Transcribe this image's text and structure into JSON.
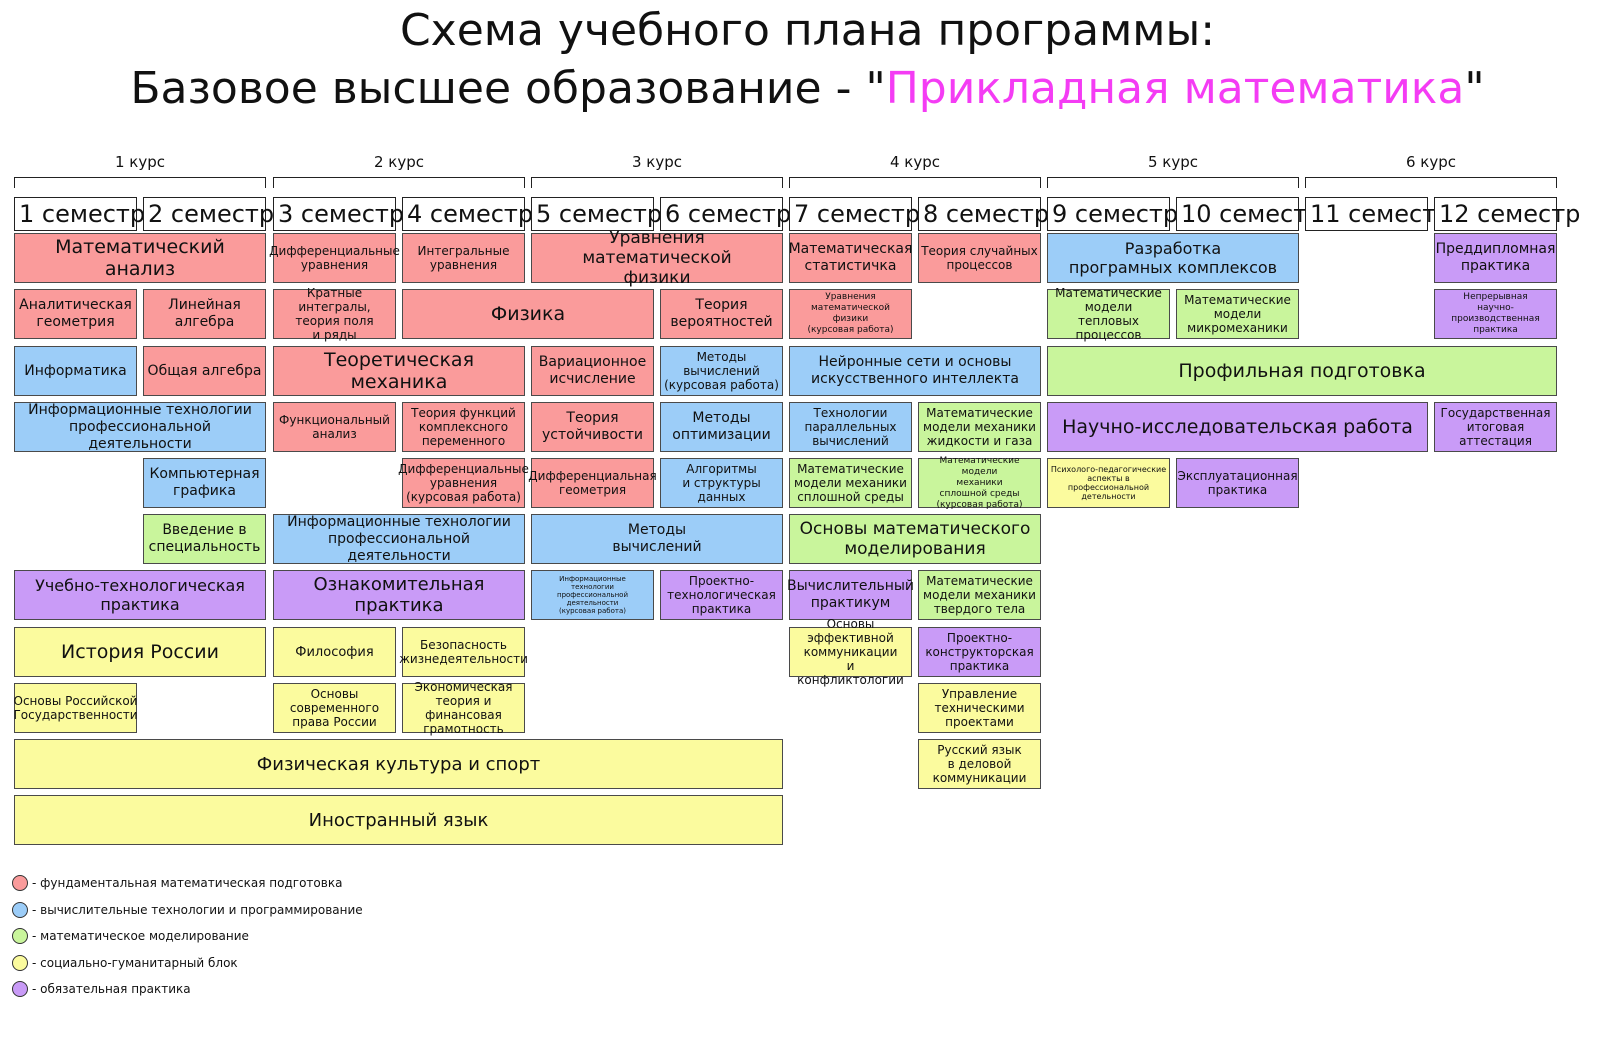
{
  "title": {
    "line1": "Схема учебного плана программы:",
    "line2_prefix": "Базовое высшее образование - \"",
    "line2_accent": "Прикладная математика",
    "line2_suffix": "\""
  },
  "colors": {
    "red": "#fa9b9b",
    "blue": "#9ccdf8",
    "green": "#c9f59c",
    "yellow": "#fbfb9e",
    "purple": "#c99bf7",
    "accent": "#f43cf4"
  },
  "years": [
    "1 курс",
    "2 курс",
    "3 курс",
    "4 курс",
    "5 курс",
    "6 курс"
  ],
  "semesters": [
    "1 семестр",
    "2 семестр",
    "3 семестр",
    "4 семестр",
    "5 семестр",
    "6 семестр",
    "7 семестр",
    "8 семестр",
    "9 семестр",
    "10 семестр",
    "11 семестр",
    "12 семестр"
  ],
  "courses": [
    {
      "text": "Математический анализ",
      "color": "red"
    },
    {
      "text": "Дифференциальные\nуравнения",
      "color": "red"
    },
    {
      "text": "Интегральные\nуравнения",
      "color": "red"
    },
    {
      "text": "Уравнения математической\nфизики",
      "color": "red"
    },
    {
      "text": "Математическая\nстатистичка",
      "color": "red"
    },
    {
      "text": "Теория случайных\nпроцессов",
      "color": "red"
    },
    {
      "text": "Разработка\nпрограмных комплексов",
      "color": "blue"
    },
    {
      "text": "Преддипломная\nпрактика",
      "color": "purple"
    },
    {
      "text": "Аналитическая\nгеометрия",
      "color": "red"
    },
    {
      "text": "Линейная\nалгебра",
      "color": "red"
    },
    {
      "text": "Кратные интегралы,\nтеория поля\nи ряды",
      "color": "red"
    },
    {
      "text": "Физика",
      "color": "red"
    },
    {
      "text": "Теория\nвероятностей",
      "color": "red"
    },
    {
      "text": "Уравнения\nматематической физики\n(курсовая работа)",
      "color": "red"
    },
    {
      "text": "Математические\nмодели\nтепловых процессов",
      "color": "green"
    },
    {
      "text": "Математические\nмодели\nмикромеханики",
      "color": "green"
    },
    {
      "text": "Непрерывная\nнаучно-производственная\nпрактика",
      "color": "purple"
    },
    {
      "text": "Информатика",
      "color": "blue"
    },
    {
      "text": "Общая алгебра",
      "color": "red"
    },
    {
      "text": "Теоретическая механика",
      "color": "red"
    },
    {
      "text": "Вариационное\nисчисление",
      "color": "red"
    },
    {
      "text": "Методы\nвычислений\n(курсовая работа)",
      "color": "blue"
    },
    {
      "text": "Нейронные сети и основы\nискусственного интеллекта",
      "color": "blue"
    },
    {
      "text": "Профильная подготовка",
      "color": "green"
    },
    {
      "text": "Информационные технологии\nпрофессиональной деятельности",
      "color": "blue"
    },
    {
      "text": "Функциональный\nанализ",
      "color": "red"
    },
    {
      "text": "Теория функций\nкомплексного\nпеременного",
      "color": "red"
    },
    {
      "text": "Теория\nустойчивости",
      "color": "red"
    },
    {
      "text": "Методы\nоптимизации",
      "color": "blue"
    },
    {
      "text": "Технологии\nпараллельных\nвычислений",
      "color": "blue"
    },
    {
      "text": "Математические\nмодели механики\nжидкости и газа",
      "color": "green"
    },
    {
      "text": "Научно-исследовательская работа",
      "color": "purple"
    },
    {
      "text": "Государственная\nитоговая\nаттестация",
      "color": "purple"
    },
    {
      "text": "Компьютерная\nграфика",
      "color": "blue"
    },
    {
      "text": "Дифференциальные\nуравнения\n(курсовая работа)",
      "color": "red"
    },
    {
      "text": "Дифференциальная\nгеометрия",
      "color": "red"
    },
    {
      "text": "Алгоритмы\nи структуры\nданных",
      "color": "blue"
    },
    {
      "text": "Математические\nмодели механики\nсплошной среды",
      "color": "green"
    },
    {
      "text": "Математические модели\nмеханики\nсплошной среды\n(курсовая работа)",
      "color": "green"
    },
    {
      "text": "Психолого-педагогические\nаспекты в\nпрофессиональной\nдетельности",
      "color": "yellow"
    },
    {
      "text": "Эксплуатационная\nпрактика",
      "color": "purple"
    },
    {
      "text": "Введение в\nспециальность",
      "color": "green"
    },
    {
      "text": "Информационные технологии\nпрофессиональной деятельности",
      "color": "blue"
    },
    {
      "text": "Методы\nвычислений",
      "color": "blue"
    },
    {
      "text": "Основы математического\nмоделирования",
      "color": "green"
    },
    {
      "text": "Учебно-технологическая\nпрактика",
      "color": "purple"
    },
    {
      "text": "Ознакомительная практика",
      "color": "purple"
    },
    {
      "text": "Информационные\nтехнологии\nпрофессиональной\nдеятельности\n(курсовая работа)",
      "color": "blue"
    },
    {
      "text": "Проектно-\nтехнологическая\nпрактика",
      "color": "purple"
    },
    {
      "text": "Вычислительный\nпрактикум",
      "color": "purple"
    },
    {
      "text": "Математические\nмодели механики\nтвердого тела",
      "color": "green"
    },
    {
      "text": "История России",
      "color": "yellow"
    },
    {
      "text": "Философия",
      "color": "yellow"
    },
    {
      "text": "Безопасность\nжизнедеятельности",
      "color": "yellow"
    },
    {
      "text": "Основы эффективной\nкоммуникации\nи конфликтологии",
      "color": "yellow"
    },
    {
      "text": "Проектно-\nконструкторская\nпрактика",
      "color": "purple"
    },
    {
      "text": "Основы Российской\nГосударственности",
      "color": "yellow"
    },
    {
      "text": "Основы\nсовременного\nправа России",
      "color": "yellow"
    },
    {
      "text": "Экономическая\nтеория и финансовая\nграмотность",
      "color": "yellow"
    },
    {
      "text": "Управление\nтехническими\nпроектами",
      "color": "yellow"
    },
    {
      "text": "Физическая культура и спорт",
      "color": "yellow"
    },
    {
      "text": "Русский язык\nв деловой\nкоммуникации",
      "color": "yellow"
    },
    {
      "text": "Иностранный язык",
      "color": "yellow"
    }
  ],
  "legend": [
    {
      "text": "- фундаментальная математическая подготовка",
      "color": "red"
    },
    {
      "text": "- вычислительные технологии и программирование",
      "color": "blue"
    },
    {
      "text": "- математическое моделирование",
      "color": "green"
    },
    {
      "text": "- социально-гуманитарный блок",
      "color": "yellow"
    },
    {
      "text": "- обязательная практика",
      "color": "purple"
    }
  ]
}
